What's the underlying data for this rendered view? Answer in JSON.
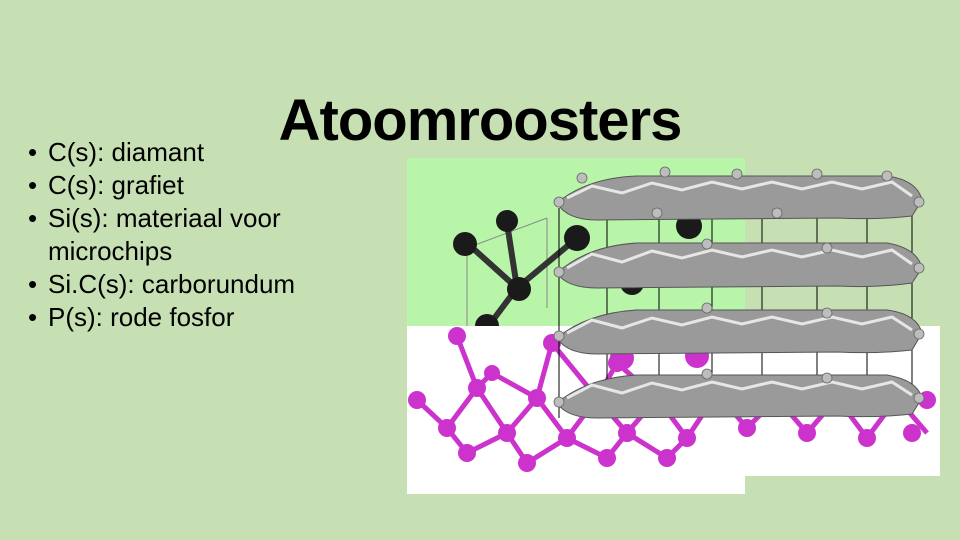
{
  "slide": {
    "title": "Atoomroosters",
    "bullets": [
      "C(s): diamant",
      "C(s): grafiet",
      "Si(s): materiaal voor microchips",
      "Si.C(s): carborundum",
      "P(s): rode fosfor"
    ]
  },
  "figure": {
    "description_icons": [
      "diamond-lattice-image",
      "red-phosphorus-image",
      "graphite-layers-image"
    ],
    "colors": {
      "diamond_bg": "#b8f5a8",
      "diamond_atom": "#1a1a1a",
      "phosphorus_atom": "#cc33cc",
      "graphite_layer": "#8c8c8c",
      "graphite_atom": "#c8c8c8"
    }
  }
}
